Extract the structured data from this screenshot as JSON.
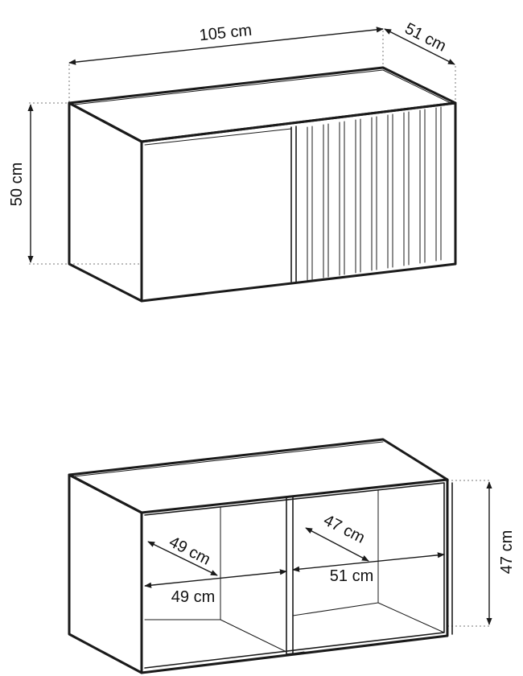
{
  "top_view": {
    "width_label": "105 cm",
    "depth_label": "51 cm",
    "height_label": "50 cm"
  },
  "bottom_view": {
    "left_depth_label": "49 cm",
    "left_width_label": "49 cm",
    "right_depth_label": "47 cm",
    "right_width_label": "51 cm",
    "inner_height_label": "47 cm"
  }
}
